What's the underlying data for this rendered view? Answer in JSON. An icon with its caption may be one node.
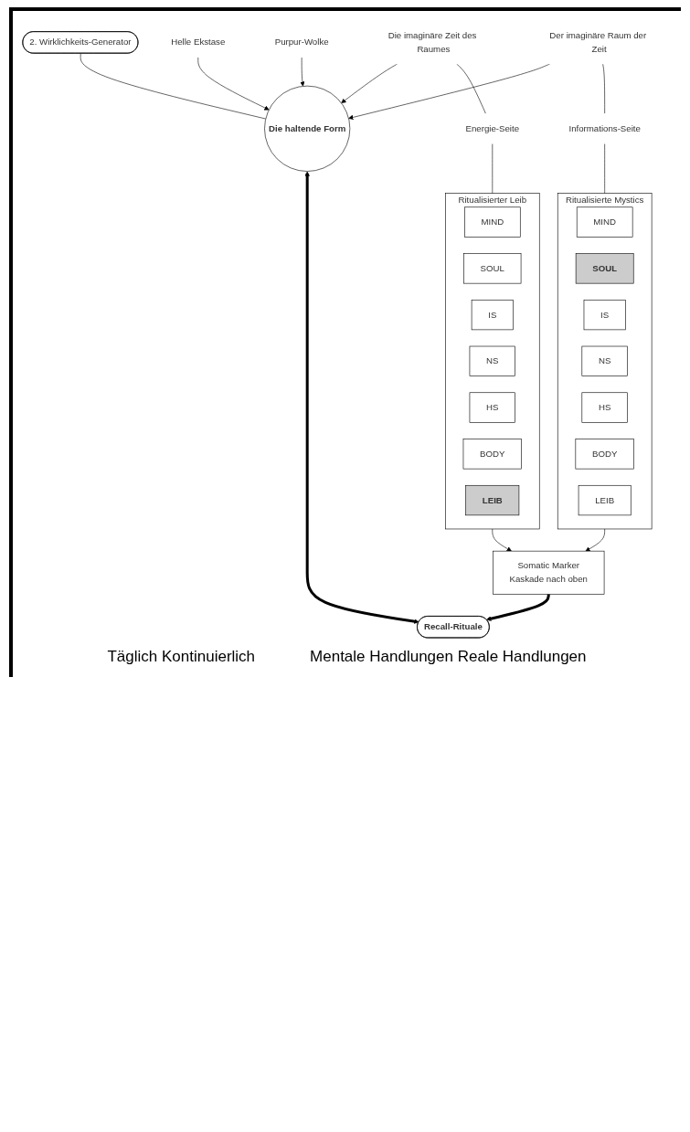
{
  "diagram": {
    "nodes": [
      {
        "text": [
          "2. Wirklichkeits-Generator"
        ]
      },
      {
        "text": [
          "Die haltende Form"
        ]
      },
      {
        "text": [
          "Helle Ekstase"
        ]
      },
      {
        "text": [
          "Purpur-Wolke"
        ]
      },
      {
        "text": [
          "Die imaginäre Zeit des Raumes"
        ]
      },
      {
        "text": [
          "Energie-Seite"
        ]
      },
      {
        "text": [
          "Ritualisierter Leib"
        ]
      },
      {
        "text": [
          "MIND"
        ],
        "in": 6
      },
      {
        "text": [
          "SOUL"
        ],
        "in": 6
      },
      {
        "text": [
          "IS"
        ],
        "in": 6
      },
      {
        "text": [
          "NS"
        ],
        "in": 6
      },
      {
        "text": [
          "HS"
        ],
        "in": 6
      },
      {
        "text": [
          "BODY"
        ],
        "in": 6
      },
      {
        "text": [
          "LEIB"
        ],
        "in": 6
      },
      {
        "text": [
          "Der imaginäre Raum der Zeit"
        ]
      },
      {
        "text": [
          "Informations-Seite"
        ]
      },
      {
        "text": [
          "Ritualisierte Mystics"
        ]
      },
      {
        "text": [
          "MIND"
        ],
        "in": 16
      },
      {
        "text": [
          "SOUL"
        ],
        "in": 16
      },
      {
        "text": [
          "IS"
        ],
        "in": 16
      },
      {
        "text": [
          "NS"
        ],
        "in": 16
      },
      {
        "text": [
          "HS"
        ],
        "in": 16
      },
      {
        "text": [
          "BODY"
        ],
        "in": 16
      },
      {
        "text": [
          "LEIB"
        ],
        "in": 16
      },
      {
        "text": [
          "Recall-Rituale"
        ]
      },
      {
        "text": [
          "Somatic Marker",
          "Kaskade nach oben"
        ]
      }
    ],
    "edges": [
      {
        "from": 0,
        "to": 1,
        "arrow": "none"
      },
      {
        "from": 2,
        "to": 1,
        "arrow": "to"
      },
      {
        "from": 4,
        "to": 1,
        "arrow": "to"
      },
      {
        "from": 3,
        "to": 1,
        "arrow": "to"
      },
      {
        "from": 14,
        "to": 1,
        "arrow": "to"
      },
      {
        "from": 4,
        "to": 5,
        "arrow": "none"
      },
      {
        "from": 5,
        "to": 6,
        "arrow": "none"
      },
      {
        "from": 14,
        "to": 15,
        "arrow": "none"
      },
      {
        "from": 15,
        "to": 16,
        "arrow": "none"
      },
      {
        "from": 1,
        "to": 24,
        "arrow": "both",
        "style": "thick"
      },
      {
        "from": 25,
        "to": 24,
        "arrow": "to",
        "style": "thick"
      },
      {
        "from": 6,
        "to": 25,
        "arrow": "to"
      },
      {
        "from": 16,
        "to": 25,
        "arrow": "to"
      }
    ],
    "labels": [
      "Täglich Kontinuierlich",
      "Mentale Handlungen Reale Handlungen"
    ]
  }
}
